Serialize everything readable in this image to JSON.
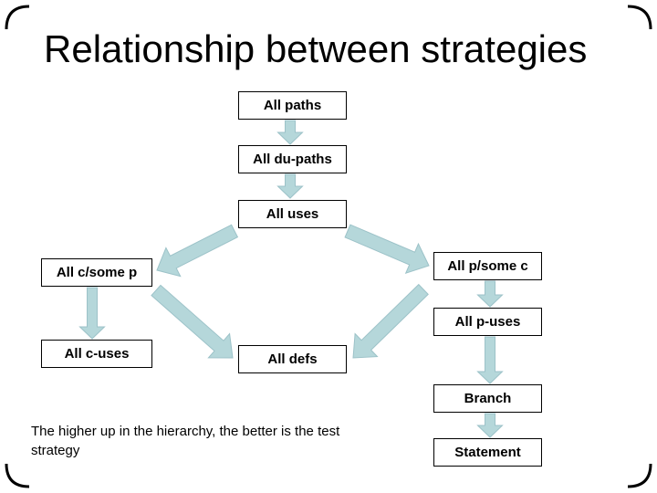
{
  "slide": {
    "title": "Relationship between strategies",
    "note": "The higher up in the hierarchy, the better is the test strategy"
  },
  "diagram": {
    "arrow_color": "#b5d7da",
    "arrow_outline": "#9cc2c8",
    "nodes": [
      {
        "id": "all-paths",
        "label": "All paths"
      },
      {
        "id": "all-du-paths",
        "label": "All du-paths"
      },
      {
        "id": "all-uses",
        "label": "All uses"
      },
      {
        "id": "all-c-some-p",
        "label": "All c/some p"
      },
      {
        "id": "all-p-some-c",
        "label": "All p/some c"
      },
      {
        "id": "all-c-uses",
        "label": "All c-uses"
      },
      {
        "id": "all-p-uses",
        "label": "All p-uses"
      },
      {
        "id": "all-defs",
        "label": "All defs"
      },
      {
        "id": "branch",
        "label": "Branch"
      },
      {
        "id": "statement",
        "label": "Statement"
      }
    ],
    "edges": [
      {
        "from": "all-paths",
        "to": "all-du-paths"
      },
      {
        "from": "all-du-paths",
        "to": "all-uses"
      },
      {
        "from": "all-uses",
        "to": "all-c-some-p"
      },
      {
        "from": "all-uses",
        "to": "all-p-some-c"
      },
      {
        "from": "all-c-some-p",
        "to": "all-c-uses"
      },
      {
        "from": "all-c-some-p",
        "to": "all-defs"
      },
      {
        "from": "all-p-some-c",
        "to": "all-p-uses"
      },
      {
        "from": "all-p-some-c",
        "to": "all-defs"
      },
      {
        "from": "all-p-uses",
        "to": "branch"
      },
      {
        "from": "branch",
        "to": "statement"
      }
    ]
  }
}
